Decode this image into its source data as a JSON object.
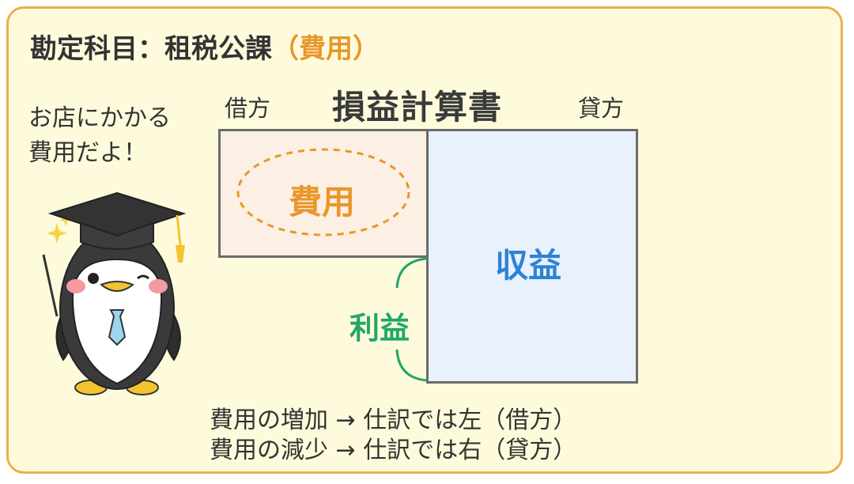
{
  "title": {
    "main": "勘定科目：租税公課",
    "accent": "（費用）"
  },
  "speech": {
    "line1": "お店にかかる",
    "line2": "費用だよ！"
  },
  "statement": {
    "name": "損益計算書",
    "debit": "借方",
    "credit": "貸方"
  },
  "boxes": {
    "expense": "費用",
    "revenue": "収益",
    "profit": "利益"
  },
  "notes": {
    "increase": "費用の増加 → 仕訳では左（借方）",
    "decrease": "費用の減少 → 仕訳では右（貸方）"
  },
  "colors": {
    "card_bg": "#fefbdc",
    "card_border": "#f0ad4e",
    "expense": "#e8972a",
    "revenue": "#2b83d6",
    "profit": "#22a66a"
  },
  "mascot": {
    "icon": "penguin-professor-icon"
  }
}
